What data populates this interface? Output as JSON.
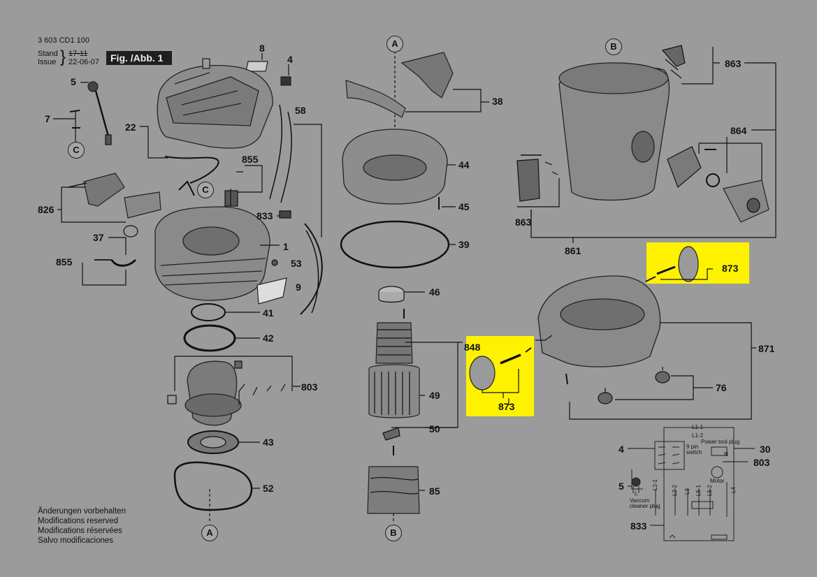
{
  "header": {
    "part_number": "3 603 CD1 100",
    "stand_label": "Stand",
    "issue_label": "Issue",
    "stand_date": "17-11",
    "issue_date": "22-06-07",
    "figure_label": "Fig. /Abb. 1"
  },
  "section_markers": {
    "a_top": "A",
    "b_top": "B",
    "c_left": "C",
    "c_mid": "C",
    "a_bottom": "A",
    "b_bottom": "B"
  },
  "parts": {
    "p8": "8",
    "p4": "4",
    "p5": "5",
    "p7": "7",
    "p22": "22",
    "p58": "58",
    "p855a": "855",
    "p826": "826",
    "p833": "833",
    "p37": "37",
    "p855b": "855",
    "p1": "1",
    "p53": "53",
    "p9": "9",
    "p41": "41",
    "p42": "42",
    "p803": "803",
    "p43": "43",
    "p52": "52",
    "p38": "38",
    "p44": "44",
    "p45": "45",
    "p39": "39",
    "p46": "46",
    "p848": "848",
    "p49": "49",
    "p50": "50",
    "p85": "85",
    "p873a": "873",
    "p863a": "863",
    "p864": "864",
    "p863b": "863",
    "p861": "861",
    "p873b": "873",
    "p871": "871",
    "p76": "76"
  },
  "wiring": {
    "num4": "4",
    "num30": "30",
    "num803": "803",
    "num5": "5",
    "num833": "833",
    "l1_1": "L1-1",
    "l1_2": "L1-2",
    "power_tool_plug": "Power tool plug",
    "pin_switch": "9 pin\nswitch",
    "motor": "Motor",
    "vacuum_plug": "Vaccum\ncleaner plug",
    "n_label": "N",
    "l_label": "L",
    "wires": [
      "L2-1",
      "L2-2",
      "L3",
      "L5-1",
      "L5-2",
      "L4"
    ]
  },
  "footnote": {
    "de": "Änderungen vorbehalten",
    "en": "Modifications reserved",
    "fr": "Modifications réservées",
    "es": "Salvo modificaciones"
  },
  "colors": {
    "background": "#9b9b9b",
    "highlight": "#fff200",
    "line": "#111111"
  }
}
